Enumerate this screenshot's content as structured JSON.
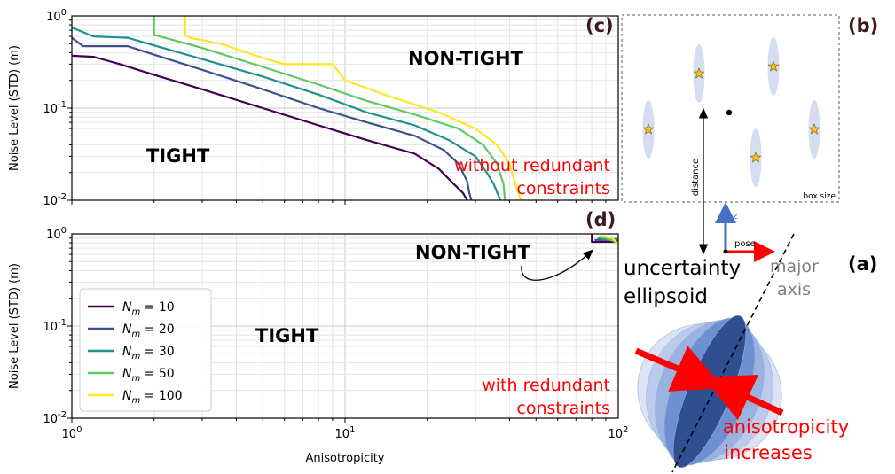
{
  "panel_labels": {
    "a": "(a)",
    "b": "(b)",
    "c": "(c)",
    "d": "(d)"
  },
  "colors": {
    "nm10": "#440154",
    "nm20": "#3b528b",
    "nm30": "#21918c",
    "nm50": "#5ec962",
    "nm100": "#fde725",
    "annot_red": "#ff0000",
    "axis_blue": "#4472c4"
  },
  "chart_data": [
    {
      "type": "line",
      "panel": "(c)",
      "xscale": "log",
      "yscale": "log",
      "xlim": [
        1,
        100
      ],
      "ylim": [
        0.01,
        1
      ],
      "xticks": [
        "",
        "",
        ""
      ],
      "yticks": [
        "10^-2",
        "10^-1",
        "10^0"
      ],
      "ylabel": "Noise Level (STD) (m)",
      "xlabel": "",
      "grid": true,
      "region_labels": {
        "tight": "TIGHT",
        "nontight": "NON-TIGHT"
      },
      "annotation": [
        "without redundant",
        "constraints"
      ],
      "series": [
        {
          "name": "N_m = 10",
          "color": "#440154",
          "x": [
            1.0,
            1.2,
            1.5,
            2.0,
            3.0,
            5.0,
            8.0,
            12.0,
            18.0,
            22.0,
            25.0,
            27.0,
            28.0
          ],
          "y": [
            0.37,
            0.36,
            0.3,
            0.23,
            0.16,
            0.1,
            0.065,
            0.045,
            0.032,
            0.022,
            0.015,
            0.012,
            0.01
          ]
        },
        {
          "name": "N_m = 20",
          "color": "#3b528b",
          "x": [
            1.0,
            1.1,
            1.6,
            2.0,
            3.0,
            5.0,
            8.0,
            12.0,
            18.0,
            23.0,
            26.0,
            28.0,
            28.5,
            29.0
          ],
          "y": [
            0.58,
            0.47,
            0.47,
            0.38,
            0.26,
            0.16,
            0.1,
            0.07,
            0.05,
            0.035,
            0.025,
            0.016,
            0.012,
            0.01
          ]
        },
        {
          "name": "N_m = 30",
          "color": "#21918c",
          "x": [
            1.0,
            1.2,
            1.6,
            2.0,
            3.0,
            5.0,
            8.0,
            12.0,
            18.0,
            24.0,
            30.0,
            33.0,
            35.0,
            37.0
          ],
          "y": [
            0.75,
            0.6,
            0.58,
            0.48,
            0.34,
            0.22,
            0.14,
            0.09,
            0.065,
            0.045,
            0.03,
            0.02,
            0.015,
            0.01
          ]
        },
        {
          "name": "N_m = 50",
          "color": "#5ec962",
          "x": [
            2.0,
            2.0,
            2.1,
            3.0,
            5.0,
            8.0,
            12.0,
            18.0,
            26.0,
            32.0,
            36.0,
            38.0,
            38.5
          ],
          "y": [
            1.0,
            0.62,
            0.6,
            0.45,
            0.28,
            0.18,
            0.12,
            0.085,
            0.06,
            0.04,
            0.025,
            0.015,
            0.01
          ]
        },
        {
          "name": "N_m = 100",
          "color": "#fde725",
          "x": [
            2.6,
            2.6,
            2.7,
            3.5,
            5.0,
            6.0,
            9.0,
            10.0,
            15.0,
            22.0,
            30.0,
            36.0,
            40.0,
            42.0,
            44.0
          ],
          "y": [
            1.0,
            0.62,
            0.58,
            0.5,
            0.35,
            0.3,
            0.3,
            0.2,
            0.13,
            0.09,
            0.06,
            0.04,
            0.025,
            0.015,
            0.01
          ]
        }
      ]
    },
    {
      "type": "line",
      "panel": "(d)",
      "xscale": "log",
      "yscale": "log",
      "xlim": [
        1,
        100
      ],
      "ylim": [
        0.01,
        1
      ],
      "xticks": [
        "10^0",
        "10^1",
        "10^2"
      ],
      "yticks": [
        "10^-2",
        "10^-1",
        "10^0"
      ],
      "ylabel": "Noise Level (STD) (m)",
      "xlabel": "Anisotropicity",
      "grid": true,
      "region_labels": {
        "tight": "TIGHT",
        "nontight": "NON-TIGHT"
      },
      "annotation": [
        "with redundant",
        "constraints"
      ],
      "legend_position": "lower-left",
      "series": [
        {
          "name": "N_m = 10",
          "color": "#440154",
          "x": [
            80,
            80,
            82,
            100
          ],
          "y": [
            1.0,
            0.82,
            0.82,
            0.82
          ]
        },
        {
          "name": "N_m = 20",
          "color": "#3b528b",
          "x": [
            82,
            84,
            100
          ],
          "y": [
            0.86,
            0.86,
            0.86
          ]
        },
        {
          "name": "N_m = 30",
          "color": "#21918c",
          "x": [
            84,
            88,
            100
          ],
          "y": [
            0.9,
            0.88,
            0.88
          ]
        },
        {
          "name": "N_m = 50",
          "color": "#5ec962",
          "x": [
            85,
            90,
            100
          ],
          "y": [
            0.93,
            0.9,
            0.8
          ]
        },
        {
          "name": "N_m = 100",
          "color": "#fde725",
          "x": [
            86,
            95,
            100
          ],
          "y": [
            0.96,
            0.9,
            0.78
          ]
        }
      ]
    }
  ],
  "legend": {
    "entries": [
      {
        "prefix": "N",
        "sub": "m",
        "value": " =  10",
        "color": "#440154"
      },
      {
        "prefix": "N",
        "sub": "m",
        "value": " =  20",
        "color": "#3b528b"
      },
      {
        "prefix": "N",
        "sub": "m",
        "value": " =  30",
        "color": "#21918c"
      },
      {
        "prefix": "N",
        "sub": "m",
        "value": " =  50",
        "color": "#5ec962"
      },
      {
        "prefix": "N",
        "sub": "m",
        "value": " = 100",
        "color": "#fde725"
      }
    ]
  },
  "diagram": {
    "distance_label": "distance",
    "box_size_label": "box size",
    "z_label": "z",
    "pose_label": "pose",
    "star_color": "#f7c21e",
    "ellipse_color": "#c9d6ee"
  },
  "illustration": {
    "uncertainty": [
      "uncertainty",
      "ellipsoid"
    ],
    "major_axis": [
      "major",
      "axis"
    ],
    "anisotropicity": [
      "anisotropicity",
      "increases"
    ],
    "shades": [
      "#dbe3f4",
      "#bccbec",
      "#9ab2e0",
      "#6e8fd0",
      "#2f4f90"
    ]
  }
}
